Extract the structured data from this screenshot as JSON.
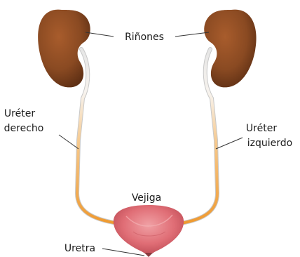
{
  "labels": {
    "kidneys": "Riñones",
    "right_ureter_line1": "Uréter",
    "right_ureter_line2": "derecho",
    "left_ureter_line1": "Uréter",
    "left_ureter_line2": "izquierdo",
    "bladder": "Vejiga",
    "urethra": "Uretra"
  },
  "colors": {
    "kidney": "#8a4a22",
    "ureter": "#f0a040",
    "ureter_upper": "#eeeeee",
    "bladder": "#e0707a"
  }
}
